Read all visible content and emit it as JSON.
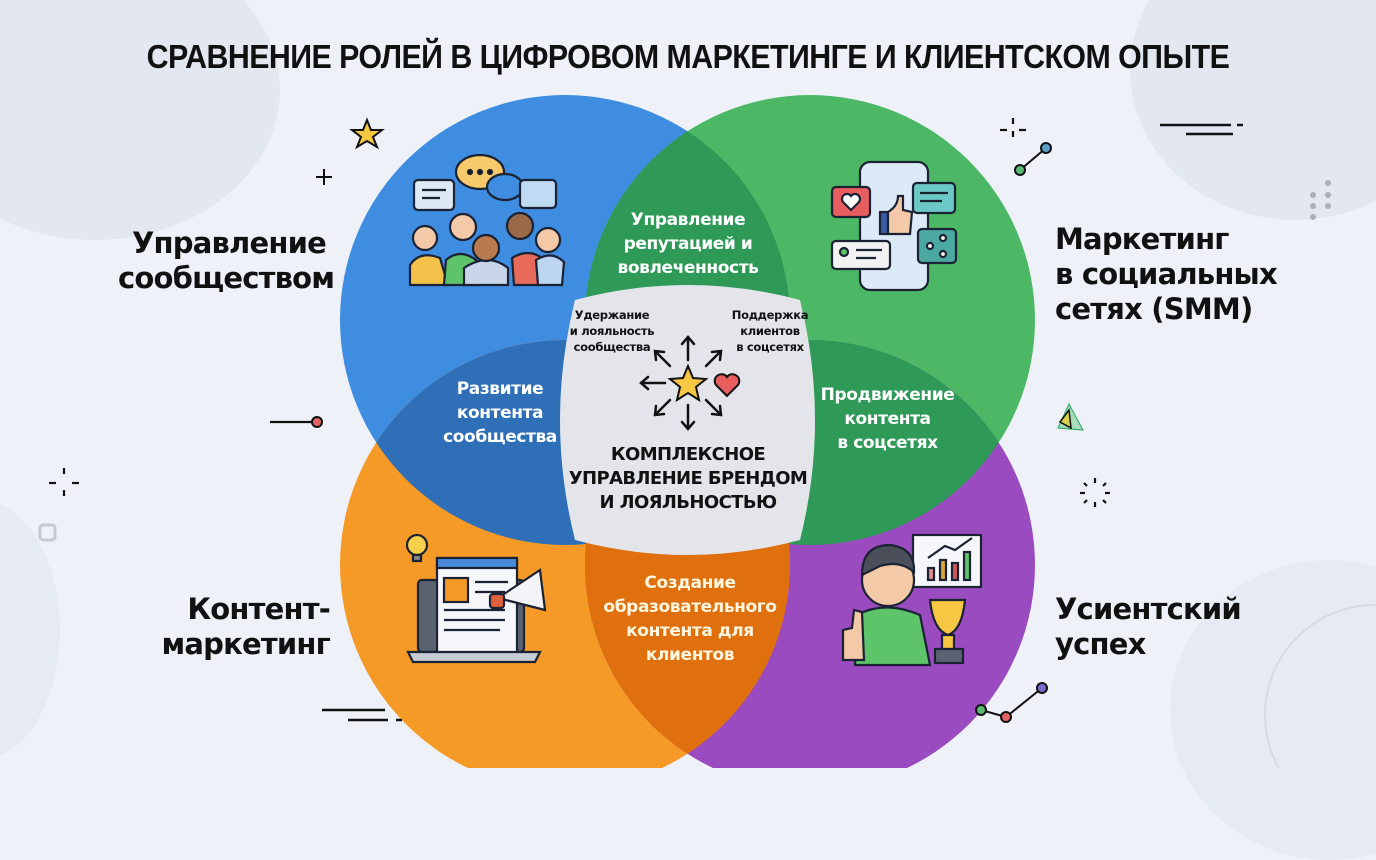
{
  "title": "СРАВНЕНИЕ РОЛЕЙ В ЦИФРОВОМ МАРКЕТИНГЕ И КЛИЕНТСКОМ ОПЫТЕ",
  "colors": {
    "background": "#eef2f8",
    "community_circle": "#3f8de0",
    "smm_circle": "#4cb866",
    "content_circle": "#f59a26",
    "success_circle": "#9a4bc0",
    "overlap_blue_green": "#2f9a58",
    "overlap_blue_orange": "#2f6fb8",
    "overlap_green_purple": "#2f9a58",
    "overlap_orange_purple": "#e0700e",
    "center": "#e3e5ea"
  },
  "roles": {
    "community": {
      "lines": [
        "Управление",
        "сообществом"
      ],
      "icon": "community-discussion-icon"
    },
    "smm": {
      "lines": [
        "Маркетинг",
        "в социальных",
        "сетях (SMM)"
      ],
      "icon": "smartphone-social-icon"
    },
    "content": {
      "lines": [
        "Контент-",
        "маркетинг"
      ],
      "icon": "laptop-megaphone-icon"
    },
    "success": {
      "lines": [
        "Усиентский",
        "успех"
      ],
      "icon": "person-trophy-icon"
    }
  },
  "overlaps": {
    "community_smm": [
      "Управление",
      "репутацией и",
      "вовлеченность"
    ],
    "community_content": [
      "Развитие",
      "контента",
      "сообщества"
    ],
    "smm_success": [
      "Продвижение",
      "контента",
      "в соцсетях"
    ],
    "content_success": [
      "Создание",
      "образовательного",
      "контента для",
      "клиентов"
    ]
  },
  "center": {
    "left_note": [
      "Удержание",
      "и лояльность",
      "сообщества"
    ],
    "right_note": [
      "Поддержка",
      "клиентов",
      "в соцсетях"
    ],
    "main": [
      "КОМПЛЕКСНОЕ",
      "УПРАВЛЕНИЕ БРЕНДОМ",
      "И ЛОЯЛЬНОСТЬЮ"
    ],
    "icons": [
      "star-icon",
      "heart-icon",
      "arrows-radiating-icon"
    ]
  }
}
